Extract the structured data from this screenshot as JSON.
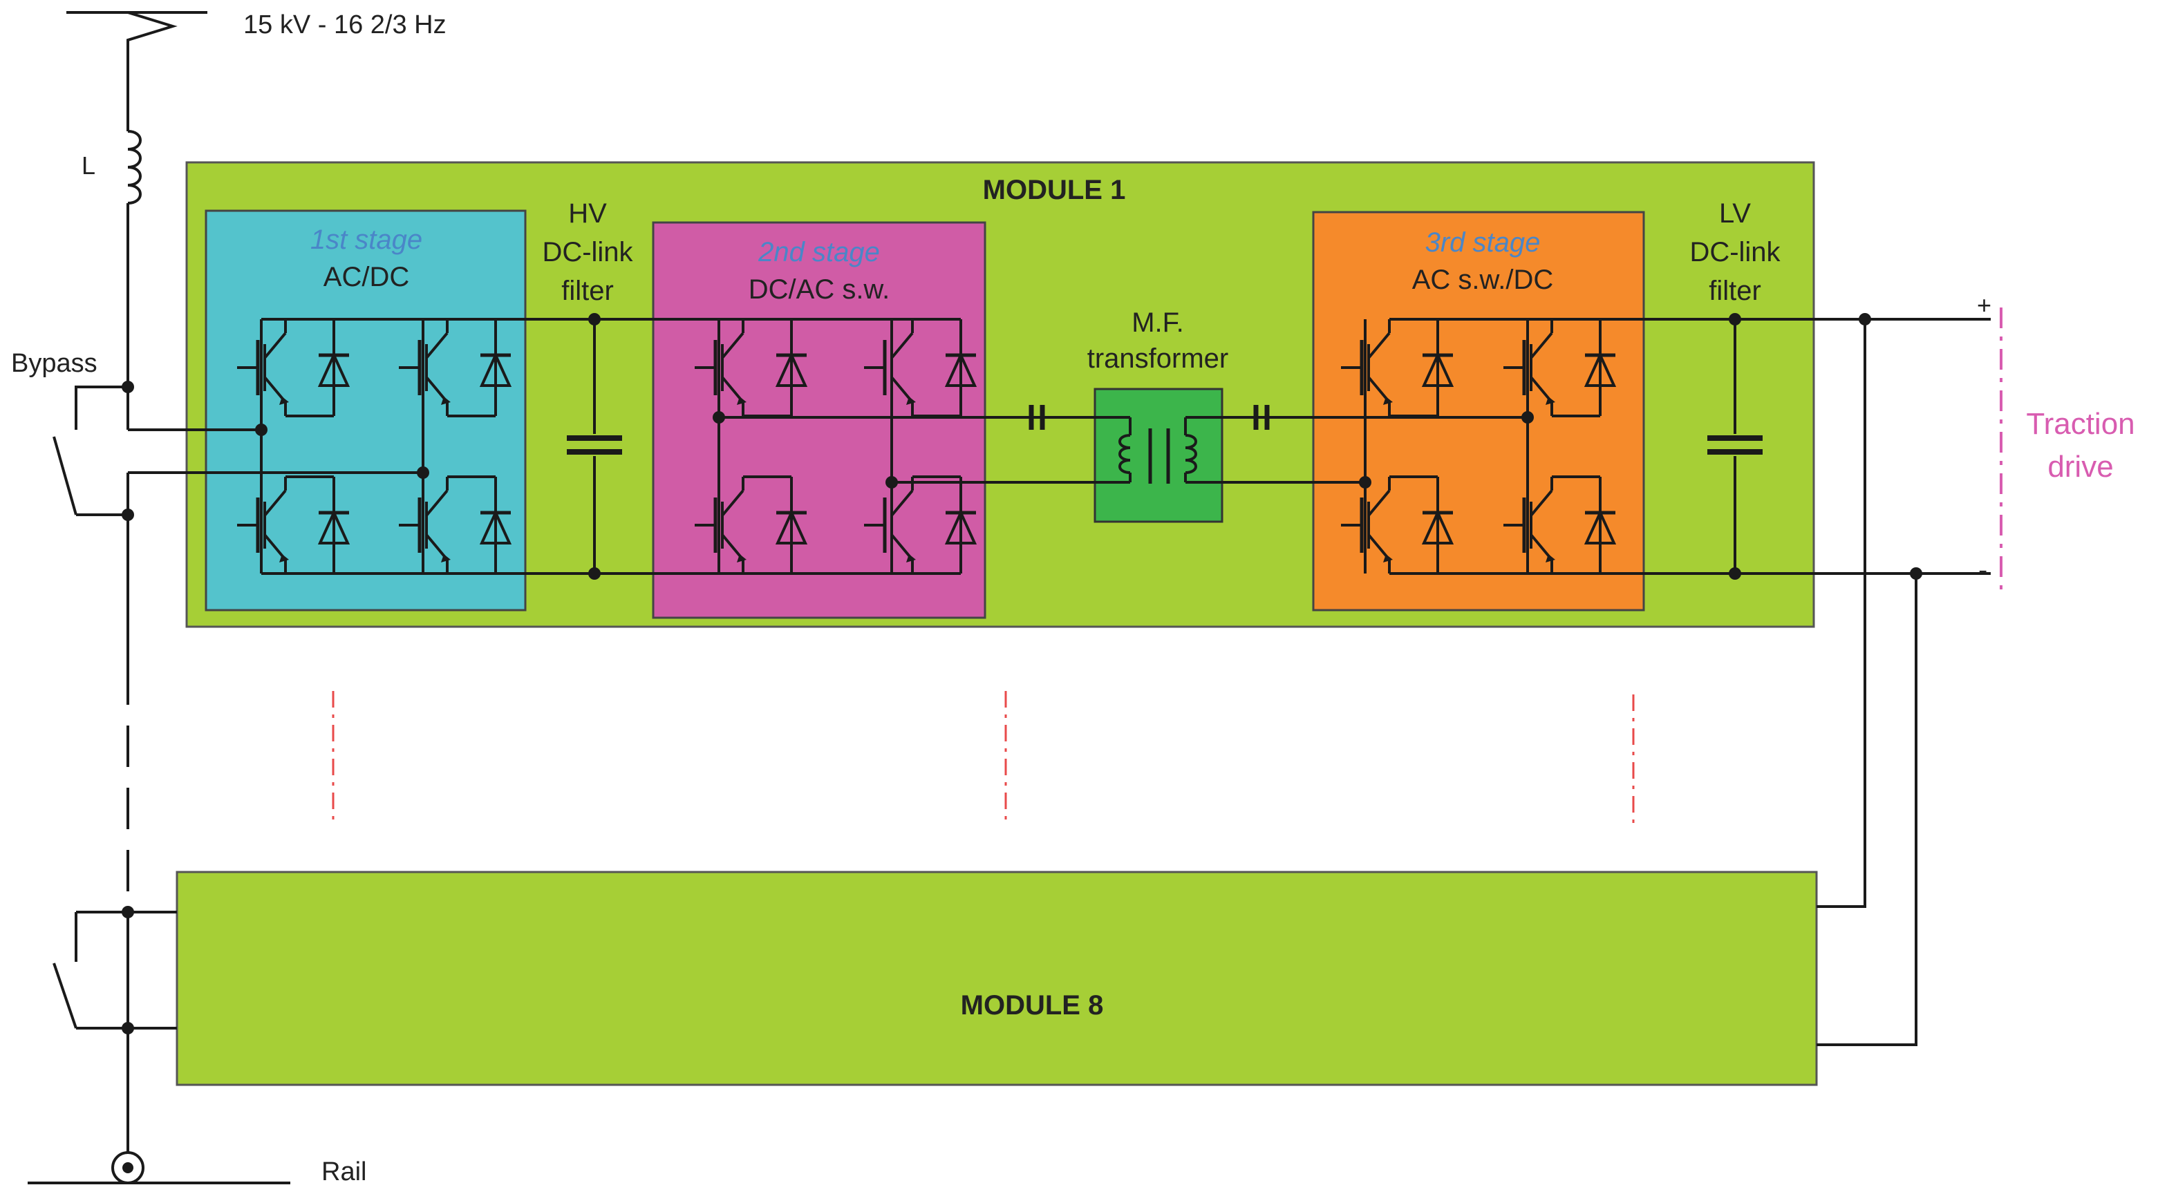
{
  "colors": {
    "module": "#a6cf36",
    "stage1": "#54c3cc",
    "stage2": "#d05ca6",
    "stage3": "#f58a2b",
    "transformer": "#3cb54b",
    "traction": "#d85cb0",
    "dashed": "#e84a4a"
  },
  "supply_label": "15 kV - 16 2/3 Hz",
  "inductor_label": "L",
  "bypass_label": "Bypass",
  "rail_label": "Rail",
  "module1": {
    "title": "MODULE 1",
    "stage1": {
      "name": "1st stage",
      "type": "AC/DC"
    },
    "hv_filter": {
      "line1": "HV",
      "line2": "DC-link",
      "line3": "filter"
    },
    "stage2": {
      "name": "2nd  stage",
      "type": "DC/AC s.w."
    },
    "transformer": {
      "line1": "M.F.",
      "line2": "transformer"
    },
    "stage3": {
      "name": "3rd stage",
      "type": "AC s.w./DC"
    },
    "lv_filter": {
      "line1": "LV",
      "line2": "DC-link",
      "line3": "filter"
    }
  },
  "module8": {
    "title": "MODULE 8"
  },
  "output": {
    "plus": "+",
    "minus": "-",
    "line1": "Traction",
    "line2": "drive"
  }
}
